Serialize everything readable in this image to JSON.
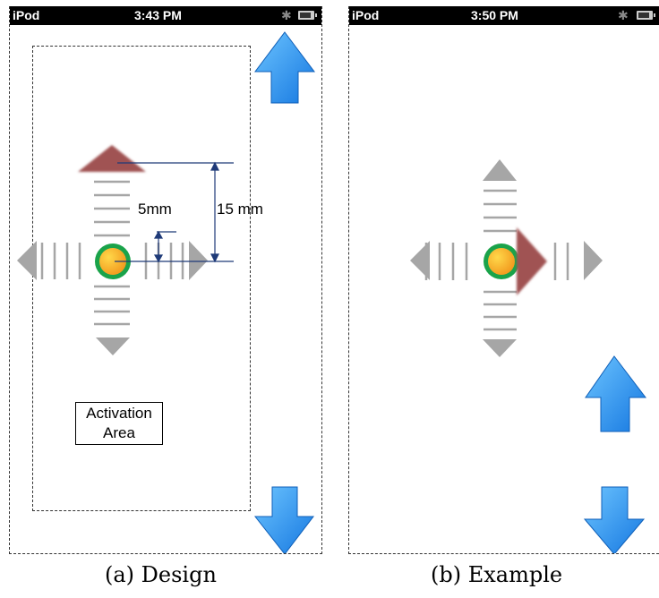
{
  "panel_a": {
    "status": {
      "carrier": "iPod",
      "time": "3:43 PM"
    },
    "label": {
      "line1": "Activation",
      "line2": "Area"
    },
    "measure_small": "5mm",
    "measure_large": "15 mm",
    "caption": "(a) Design"
  },
  "panel_b": {
    "status": {
      "carrier": "iPod",
      "time": "3:50 PM"
    },
    "caption": "(b) Example"
  },
  "colors": {
    "arrow_blue": "#1e8ef0",
    "chevron_gray": "#a6a6a6",
    "active_red": "#a05353",
    "ring_green": "#1aa34a",
    "center_orange": "#f5b732",
    "guide_navy": "#1f3a78"
  },
  "icons": [
    "up-arrow-icon",
    "down-arrow-icon",
    "directional-pad-icon",
    "bluetooth-icon",
    "battery-icon"
  ]
}
